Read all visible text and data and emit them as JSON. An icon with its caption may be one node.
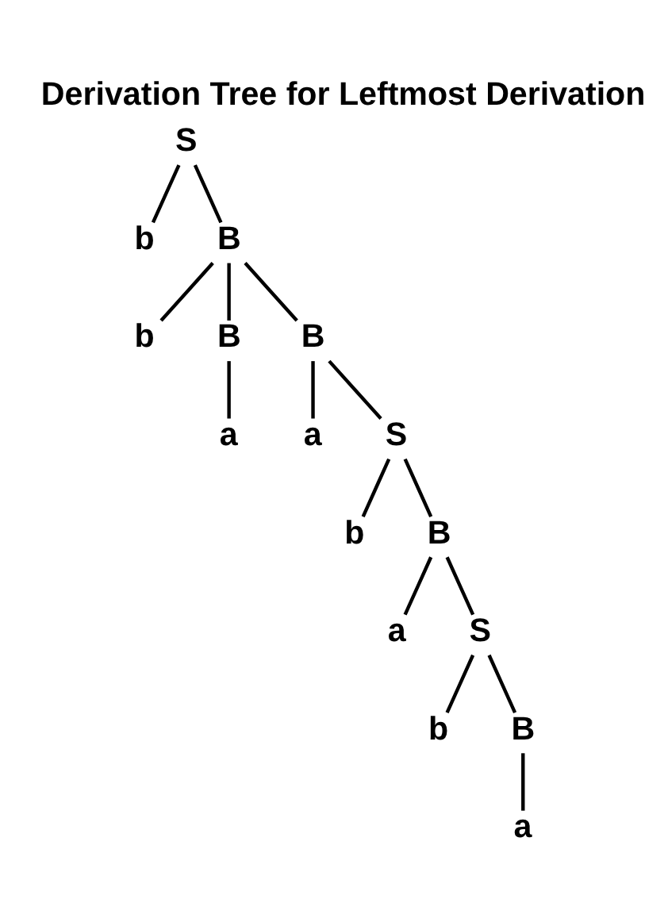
{
  "diagram": {
    "title": "Derivation Tree for Leftmost Derivation",
    "nodes": [
      {
        "text": [
          "S"
        ]
      },
      {
        "text": [
          "b"
        ]
      },
      {
        "text": [
          "B"
        ]
      },
      {
        "text": [
          "b"
        ]
      },
      {
        "text": [
          "B"
        ]
      },
      {
        "text": [
          "B"
        ]
      },
      {
        "text": [
          "a"
        ]
      },
      {
        "text": [
          "a"
        ]
      },
      {
        "text": [
          "S"
        ]
      },
      {
        "text": [
          "b"
        ]
      },
      {
        "text": [
          "B"
        ]
      },
      {
        "text": [
          "a"
        ]
      },
      {
        "text": [
          "S"
        ]
      },
      {
        "text": [
          "b"
        ]
      },
      {
        "text": [
          "B"
        ]
      },
      {
        "text": [
          "a"
        ]
      }
    ],
    "edges": [
      {
        "from": 0,
        "to": 1,
        "arrow": "none"
      },
      {
        "from": 0,
        "to": 2,
        "arrow": "none"
      },
      {
        "from": 2,
        "to": 3,
        "arrow": "none"
      },
      {
        "from": 2,
        "to": 4,
        "arrow": "none"
      },
      {
        "from": 2,
        "to": 5,
        "arrow": "none"
      },
      {
        "from": 4,
        "to": 6,
        "arrow": "none"
      },
      {
        "from": 5,
        "to": 7,
        "arrow": "none"
      },
      {
        "from": 5,
        "to": 8,
        "arrow": "none"
      },
      {
        "from": 8,
        "to": 9,
        "arrow": "none"
      },
      {
        "from": 8,
        "to": 10,
        "arrow": "none"
      },
      {
        "from": 10,
        "to": 11,
        "arrow": "none"
      },
      {
        "from": 10,
        "to": 12,
        "arrow": "none"
      },
      {
        "from": 12,
        "to": 13,
        "arrow": "none"
      },
      {
        "from": 12,
        "to": 14,
        "arrow": "none"
      },
      {
        "from": 14,
        "to": 15,
        "arrow": "none"
      }
    ]
  }
}
